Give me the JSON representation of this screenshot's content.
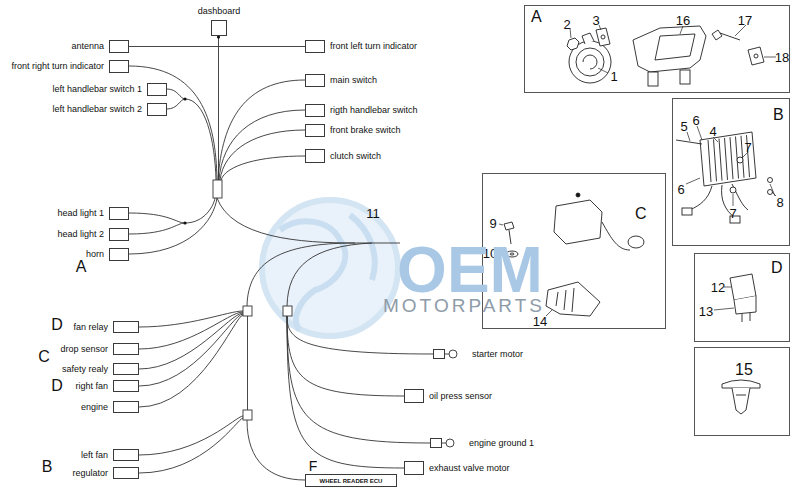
{
  "diagram": {
    "nodes": [
      {
        "text": [
          "dashboard"
        ]
      },
      {
        "text": [
          "antenna"
        ]
      },
      {
        "text": [
          "front right turn indicator"
        ]
      },
      {
        "text": [
          "left handlebar switch 1"
        ]
      },
      {
        "text": [
          "left handlebar switch 2"
        ]
      },
      {
        "text": [
          "front left turn indicator"
        ]
      },
      {
        "text": [
          "main switch"
        ]
      },
      {
        "text": [
          "rigth handlebar switch"
        ]
      },
      {
        "text": [
          "front brake switch"
        ]
      },
      {
        "text": [
          "clutch switch"
        ]
      },
      {
        "text": [
          "head light 1"
        ]
      },
      {
        "text": [
          "head light 2"
        ]
      },
      {
        "text": [
          "horn"
        ]
      },
      {
        "text": [
          "fan relay"
        ]
      },
      {
        "text": [
          "drop sensor"
        ]
      },
      {
        "text": [
          "safety realy"
        ]
      },
      {
        "text": [
          "right fan"
        ]
      },
      {
        "text": [
          "engine"
        ]
      },
      {
        "text": [
          "left fan"
        ]
      },
      {
        "text": [
          "regulator"
        ]
      },
      {
        "text": [
          "starter motor"
        ]
      },
      {
        "text": [
          "oil press sensor"
        ]
      },
      {
        "text": [
          "engine ground 1"
        ]
      },
      {
        "text": [
          "exhaust valve motor"
        ]
      },
      {
        "text": [
          "WHEEL READER ECU"
        ]
      },
      {
        "text": [
          "A"
        ]
      },
      {
        "text": [
          "B"
        ]
      },
      {
        "text": [
          "C"
        ]
      },
      {
        "text": [
          "D"
        ]
      },
      {
        "text": [
          "15"
        ]
      }
    ],
    "labels": [
      "A",
      "D",
      "C",
      "D",
      "B",
      "F",
      "11",
      "2",
      "3",
      "16",
      "17",
      "18",
      "1",
      "5",
      "6",
      "4",
      "7",
      "6",
      "8",
      "7",
      "9",
      "10",
      "14",
      "12",
      "13",
      "OEM",
      "MOTORPARTS"
    ]
  }
}
